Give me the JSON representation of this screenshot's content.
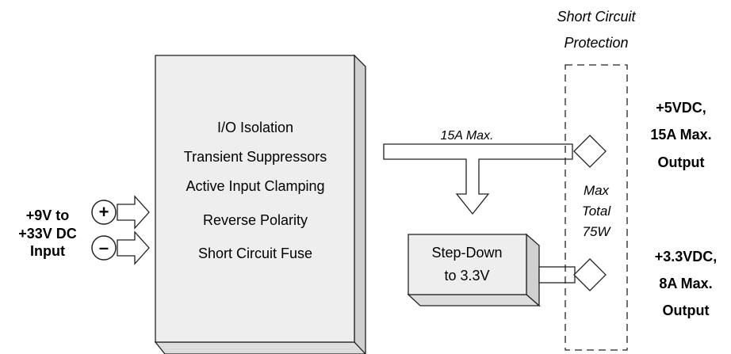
{
  "input": {
    "label_lines": [
      "+9V to",
      "+33V DC",
      "Input"
    ],
    "plus_symbol": "+",
    "minus_symbol": "–"
  },
  "main_block": {
    "features": [
      "I/O Isolation",
      "Transient Suppressors",
      "Active Input Clamping",
      "Reverse Polarity",
      "Short Circuit Fuse"
    ]
  },
  "bus_label": "15A Max.",
  "stepdown_block": {
    "lines": [
      "Step-Down",
      "to 3.3V"
    ]
  },
  "protection": {
    "title_lines": [
      "Short Circuit",
      "Protection"
    ],
    "total_lines": [
      "Max",
      "Total",
      "75W"
    ]
  },
  "outputs": [
    {
      "lines": [
        "+5VDC,",
        "15A Max.",
        "Output"
      ]
    },
    {
      "lines": [
        "+3.3VDC,",
        "8A Max.",
        "Output"
      ]
    }
  ],
  "colors": {
    "block_face": "#eeeeee",
    "block_side": "#d0d0d0",
    "block_top": "#dddddd",
    "arrow_fill": "#ffffff",
    "line": "#222222"
  }
}
